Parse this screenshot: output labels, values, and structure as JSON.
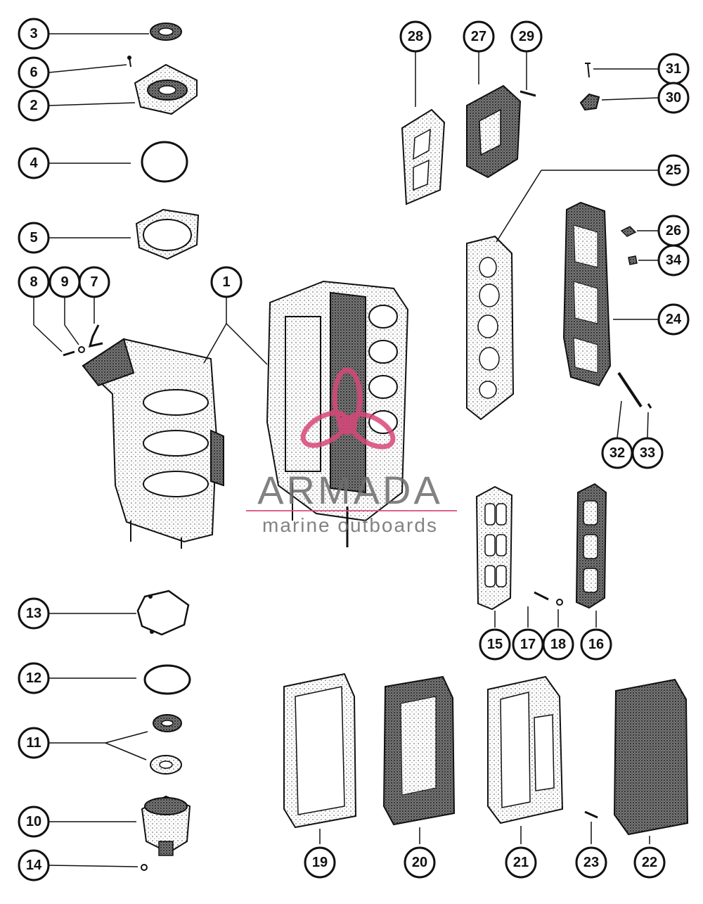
{
  "watermark": {
    "title": "ARMADA",
    "subtitle": "marine outboards",
    "accent_color": "#d9477a"
  },
  "callouts": [
    "1",
    "2",
    "3",
    "4",
    "5",
    "6",
    "7",
    "8",
    "9",
    "10",
    "11",
    "12",
    "13",
    "14",
    "15",
    "16",
    "17",
    "18",
    "19",
    "20",
    "21",
    "22",
    "23",
    "24",
    "25",
    "26",
    "27",
    "28",
    "29",
    "30",
    "31",
    "32",
    "33",
    "34"
  ]
}
